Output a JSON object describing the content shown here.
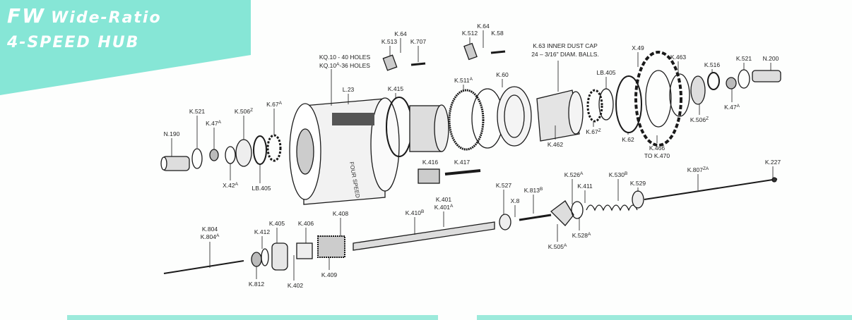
{
  "title": {
    "line1_big": "FW",
    "line1": "Wide-Ratio",
    "line2": "4-SPEED HUB"
  },
  "colors": {
    "banner": "#86e6d6",
    "ink": "#1a1a1a"
  },
  "labels": [
    {
      "id": "n190",
      "main": "N.190",
      "sup": ""
    },
    {
      "id": "k521-left",
      "main": "K.521",
      "sup": ""
    },
    {
      "id": "k47a-left",
      "main": "K.47",
      "sup": "A"
    },
    {
      "id": "x42a",
      "main": "X.42",
      "sup": "A"
    },
    {
      "id": "k506z-left",
      "main": "K.506",
      "sup": "Z"
    },
    {
      "id": "lb405-left",
      "main": "LB.405",
      "sup": ""
    },
    {
      "id": "k67a",
      "main": "K.67",
      "sup": "A"
    },
    {
      "id": "kq10",
      "main": "KQ.10 - 40 HOLES",
      "sup": ""
    },
    {
      "id": "kq10a",
      "main": "KQ.10",
      "sup": "A",
      "suffix": "-36 HOLES"
    },
    {
      "id": "l23",
      "main": "L.23",
      "sup": ""
    },
    {
      "id": "k513",
      "main": "K.513",
      "sup": ""
    },
    {
      "id": "k64-a",
      "main": "K.64",
      "sup": ""
    },
    {
      "id": "k707",
      "main": "K.707",
      "sup": ""
    },
    {
      "id": "k415",
      "main": "K.415",
      "sup": ""
    },
    {
      "id": "k416",
      "main": "K.416",
      "sup": ""
    },
    {
      "id": "k417",
      "main": "K.417",
      "sup": ""
    },
    {
      "id": "k511a",
      "main": "K.511",
      "sup": "A"
    },
    {
      "id": "k512",
      "main": "K.512",
      "sup": ""
    },
    {
      "id": "k64-b",
      "main": "K.64",
      "sup": ""
    },
    {
      "id": "k58",
      "main": "K.58",
      "sup": ""
    },
    {
      "id": "k60",
      "main": "K.60",
      "sup": ""
    },
    {
      "id": "k63",
      "main": "K.63 INNER DUST CAP",
      "sup": ""
    },
    {
      "id": "balls",
      "main": "24 – 3/16\" DIAM. BALLS.",
      "sup": ""
    },
    {
      "id": "lb405-right",
      "main": "LB.405",
      "sup": ""
    },
    {
      "id": "k462",
      "main": "K.462",
      "sup": ""
    },
    {
      "id": "k67z",
      "main": "K.67",
      "sup": "Z"
    },
    {
      "id": "x49",
      "main": "X.49",
      "sup": ""
    },
    {
      "id": "k62",
      "main": "K.62",
      "sup": ""
    },
    {
      "id": "k466",
      "main": "K.466",
      "sup": ""
    },
    {
      "id": "to-k470",
      "main": "TO  K.470",
      "sup": ""
    },
    {
      "id": "k463",
      "main": "K.463",
      "sup": ""
    },
    {
      "id": "k506z-right",
      "main": "K.506",
      "sup": "Z"
    },
    {
      "id": "k516",
      "main": "K.516",
      "sup": ""
    },
    {
      "id": "k47a-right",
      "main": "K.47",
      "sup": "A"
    },
    {
      "id": "k521-right",
      "main": "K.521",
      "sup": ""
    },
    {
      "id": "n200",
      "main": "N.200",
      "sup": ""
    },
    {
      "id": "k804",
      "main": "K.804",
      "sup": ""
    },
    {
      "id": "k804a",
      "main": "K.804",
      "sup": "A"
    },
    {
      "id": "k412",
      "main": "K.412",
      "sup": ""
    },
    {
      "id": "k405",
      "main": "K.405",
      "sup": ""
    },
    {
      "id": "k812",
      "main": "K.812",
      "sup": ""
    },
    {
      "id": "k406",
      "main": "K.406",
      "sup": ""
    },
    {
      "id": "k402",
      "main": "K.402",
      "sup": ""
    },
    {
      "id": "k408",
      "main": "K.408",
      "sup": ""
    },
    {
      "id": "k409",
      "main": "K.409",
      "sup": ""
    },
    {
      "id": "k410b",
      "main": "K.410",
      "sup": "B"
    },
    {
      "id": "k401",
      "main": "K.401",
      "sup": ""
    },
    {
      "id": "k401a",
      "main": "K.401",
      "sup": "A"
    },
    {
      "id": "k527",
      "main": "K.527",
      "sup": ""
    },
    {
      "id": "x8",
      "main": "X.8",
      "sup": ""
    },
    {
      "id": "k813b",
      "main": "K.813",
      "sup": "B"
    },
    {
      "id": "k505a",
      "main": "K.505",
      "sup": "A"
    },
    {
      "id": "k526a",
      "main": "K.526",
      "sup": "A"
    },
    {
      "id": "k411",
      "main": "K.411",
      "sup": ""
    },
    {
      "id": "k528a",
      "main": "K.528",
      "sup": "A"
    },
    {
      "id": "k530b",
      "main": "K.530",
      "sup": "B"
    },
    {
      "id": "k529",
      "main": "K.529",
      "sup": ""
    },
    {
      "id": "k807za",
      "main": "K.807",
      "sup": "ZA"
    },
    {
      "id": "k227",
      "main": "K.227",
      "sup": ""
    }
  ],
  "hub_shell_text": "FOUR SPEED"
}
